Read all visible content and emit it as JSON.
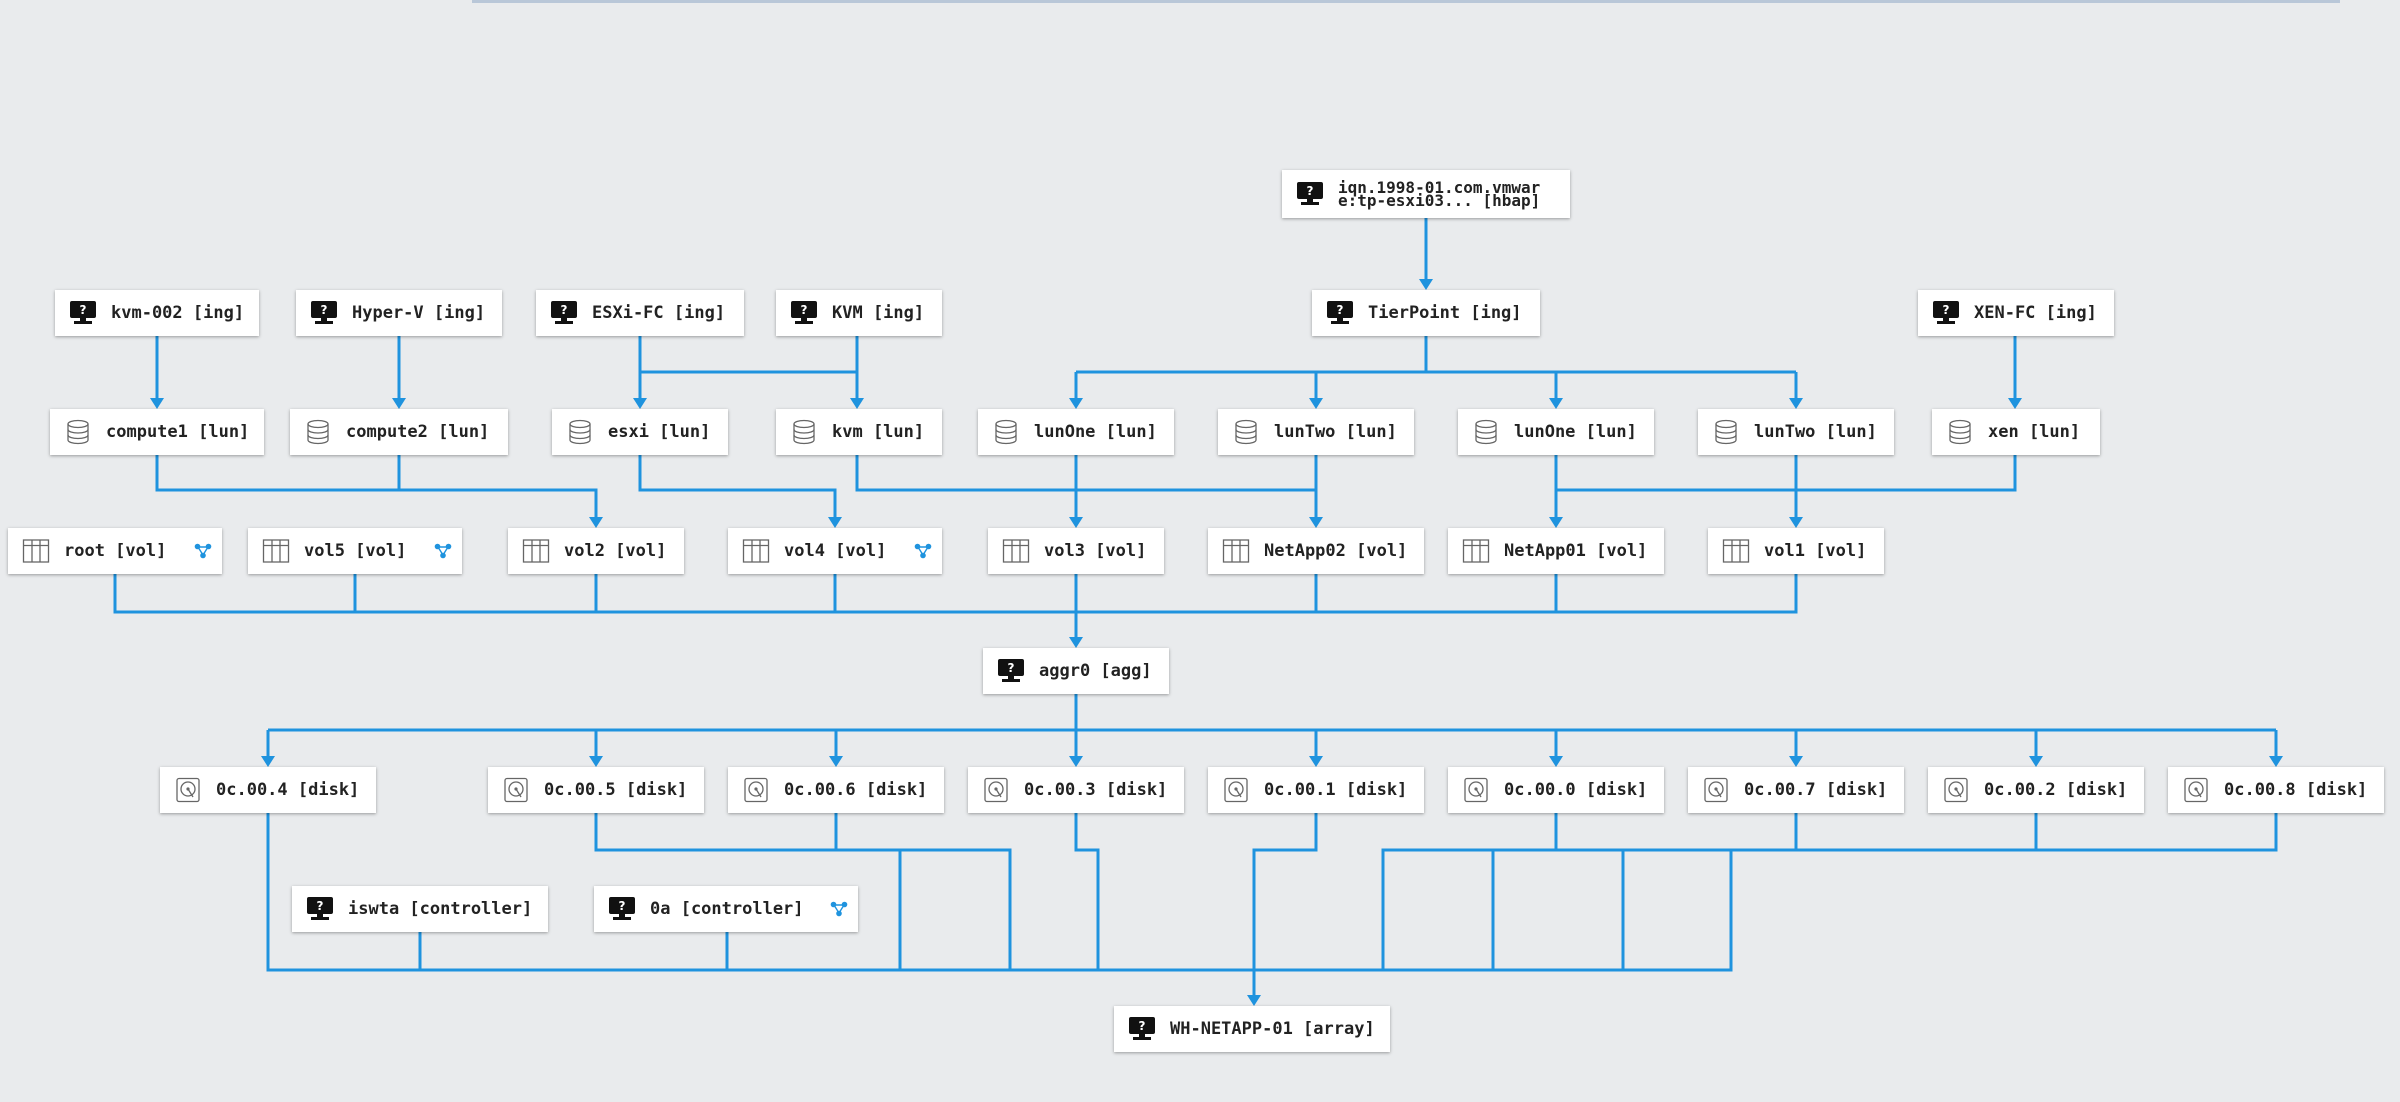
{
  "colors": {
    "edge": "#1f93de",
    "background": "#e9ebed",
    "node": "#ffffff"
  },
  "nodes": [
    {
      "id": "iqn",
      "label": "iqn.1998-01.com.vmware:tp-esxi03... [hbap]",
      "icon": "unknown-host-icon"
    },
    {
      "id": "kvm002",
      "label": "kvm-002 [ing]",
      "icon": "unknown-host-icon"
    },
    {
      "id": "hyperv",
      "label": "Hyper-V [ing]",
      "icon": "unknown-host-icon"
    },
    {
      "id": "esxifc",
      "label": "ESXi-FC [ing]",
      "icon": "unknown-host-icon"
    },
    {
      "id": "kvming",
      "label": "KVM [ing]",
      "icon": "unknown-host-icon"
    },
    {
      "id": "tierpoint",
      "label": "TierPoint [ing]",
      "icon": "unknown-host-icon"
    },
    {
      "id": "xenfc",
      "label": "XEN-FC [ing]",
      "icon": "unknown-host-icon"
    },
    {
      "id": "compute1",
      "label": "compute1 [lun]",
      "icon": "database-icon"
    },
    {
      "id": "compute2",
      "label": "compute2 [lun]",
      "icon": "database-icon"
    },
    {
      "id": "esxilun",
      "label": "esxi [lun]",
      "icon": "database-icon"
    },
    {
      "id": "kvmlun",
      "label": "kvm [lun]",
      "icon": "database-icon"
    },
    {
      "id": "lunone1",
      "label": "lunOne [lun]",
      "icon": "database-icon"
    },
    {
      "id": "luntwo1",
      "label": "lunTwo [lun]",
      "icon": "database-icon"
    },
    {
      "id": "lunone2",
      "label": "lunOne [lun]",
      "icon": "database-icon"
    },
    {
      "id": "luntwo2",
      "label": "lunTwo [lun]",
      "icon": "database-icon"
    },
    {
      "id": "xenlun",
      "label": "xen [lun]",
      "icon": "database-icon"
    },
    {
      "id": "root",
      "label": "root [vol]",
      "icon": "volume-grid-icon",
      "share": true
    },
    {
      "id": "vol5",
      "label": "vol5 [vol]",
      "icon": "volume-grid-icon",
      "share": true
    },
    {
      "id": "vol2",
      "label": "vol2 [vol]",
      "icon": "volume-grid-icon"
    },
    {
      "id": "vol4",
      "label": "vol4 [vol]",
      "icon": "volume-grid-icon",
      "share": true
    },
    {
      "id": "vol3",
      "label": "vol3 [vol]",
      "icon": "volume-grid-icon"
    },
    {
      "id": "netapp02",
      "label": "NetApp02 [vol]",
      "icon": "volume-grid-icon"
    },
    {
      "id": "netapp01",
      "label": "NetApp01 [vol]",
      "icon": "volume-grid-icon"
    },
    {
      "id": "vol1",
      "label": "vol1 [vol]",
      "icon": "volume-grid-icon"
    },
    {
      "id": "aggr0",
      "label": "aggr0 [agg]",
      "icon": "unknown-host-icon"
    },
    {
      "id": "d04",
      "label": "0c.00.4 [disk]",
      "icon": "disk-icon"
    },
    {
      "id": "d05",
      "label": "0c.00.5 [disk]",
      "icon": "disk-icon"
    },
    {
      "id": "d06",
      "label": "0c.00.6 [disk]",
      "icon": "disk-icon"
    },
    {
      "id": "d03",
      "label": "0c.00.3 [disk]",
      "icon": "disk-icon"
    },
    {
      "id": "d01",
      "label": "0c.00.1 [disk]",
      "icon": "disk-icon"
    },
    {
      "id": "d00",
      "label": "0c.00.0 [disk]",
      "icon": "disk-icon"
    },
    {
      "id": "d07",
      "label": "0c.00.7 [disk]",
      "icon": "disk-icon"
    },
    {
      "id": "d02",
      "label": "0c.00.2 [disk]",
      "icon": "disk-icon"
    },
    {
      "id": "d08",
      "label": "0c.00.8 [disk]",
      "icon": "disk-icon"
    },
    {
      "id": "iswta",
      "label": "iswta [controller]",
      "icon": "unknown-host-icon"
    },
    {
      "id": "ctrl0a",
      "label": "0a [controller]",
      "icon": "unknown-host-icon",
      "share": true
    },
    {
      "id": "array",
      "label": "WH-NETAPP-01 [array]",
      "icon": "unknown-host-icon"
    }
  ]
}
